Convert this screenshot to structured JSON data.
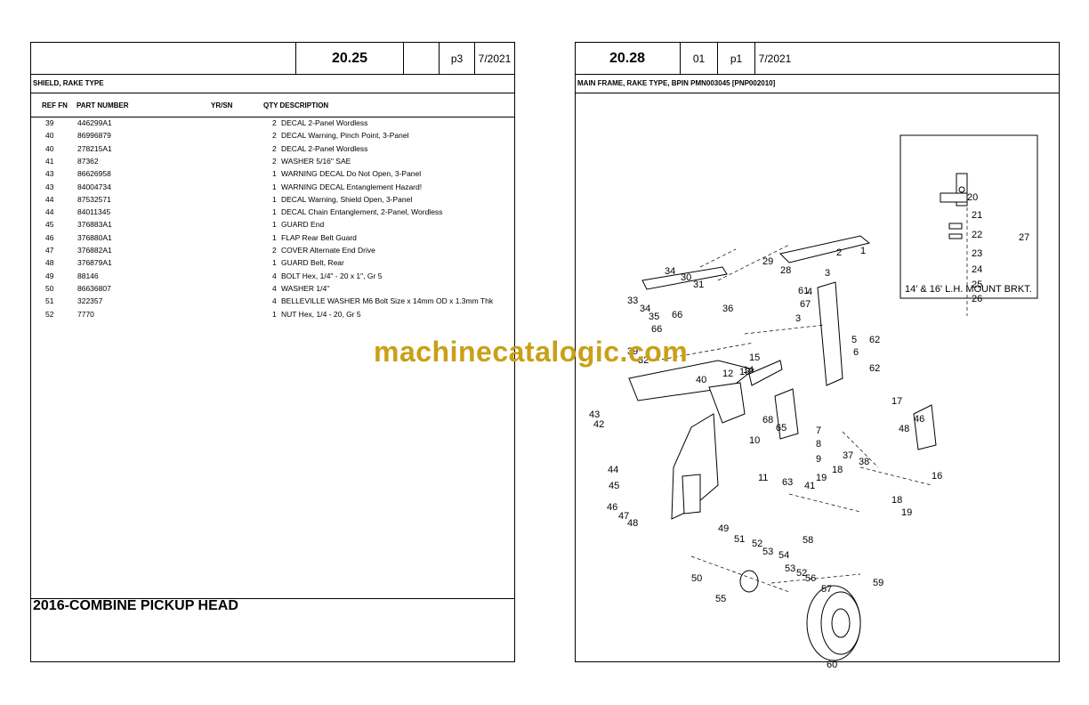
{
  "left_page": {
    "section": "20.25",
    "version": "",
    "page": "p3",
    "date": "7/2021",
    "title": "SHIELD, RAKE TYPE",
    "columns": {
      "ref_fn": "REF FN",
      "part_number": "PART NUMBER",
      "yr_sn": "YR/SN",
      "qty_desc": "QTY DESCRIPTION"
    },
    "rows": [
      {
        "ref": "39",
        "part": "446299A1",
        "qty": "2",
        "desc": "DECAL  2-Panel Wordless"
      },
      {
        "ref": "40",
        "part": "86996879",
        "qty": "2",
        "desc": "DECAL  Warning, Pinch Point, 3-Panel"
      },
      {
        "ref": "40",
        "part": "278215A1",
        "qty": "2",
        "desc": "DECAL  2-Panel Wordless"
      },
      {
        "ref": "41",
        "part": "87362",
        "qty": "2",
        "desc": "WASHER 5/16\" SAE"
      },
      {
        "ref": "43",
        "part": "86626958",
        "qty": "1",
        "desc": "WARNING DECAL  Do Not Open, 3-Panel"
      },
      {
        "ref": "43",
        "part": "84004734",
        "qty": "1",
        "desc": "WARNING DECAL  Entanglement Hazard!"
      },
      {
        "ref": "44",
        "part": "87532571",
        "qty": "1",
        "desc": "DECAL  Warning, Shield Open, 3-Panel"
      },
      {
        "ref": "44",
        "part": "84011345",
        "qty": "1",
        "desc": "DECAL  Chain Entanglement, 2-Panel, Wordless"
      },
      {
        "ref": "45",
        "part": "376883A1",
        "qty": "1",
        "desc": "GUARD  End"
      },
      {
        "ref": "46",
        "part": "376880A1",
        "qty": "1",
        "desc": "FLAP  Rear Belt Guard"
      },
      {
        "ref": "47",
        "part": "376882A1",
        "qty": "2",
        "desc": "COVER  Alternate End Drive"
      },
      {
        "ref": "48",
        "part": "376879A1",
        "qty": "1",
        "desc": "GUARD  Belt, Rear"
      },
      {
        "ref": "49",
        "part": "88146",
        "qty": "4",
        "desc": "BOLT Hex, 1/4\" - 20 x 1\", Gr 5"
      },
      {
        "ref": "50",
        "part": "86636807",
        "qty": "4",
        "desc": "WASHER  1/4\""
      },
      {
        "ref": "51",
        "part": "322357",
        "qty": "4",
        "desc": "BELLEVILLE WASHER M6 Bolt Size x 14mm OD x 1.3mm Thk"
      },
      {
        "ref": "52",
        "part": "7770",
        "qty": "1",
        "desc": "NUT Hex, 1/4 - 20, Gr 5"
      }
    ],
    "footer": "2016-COMBINE PICKUP HEAD"
  },
  "right_page": {
    "section": "20.28",
    "version": "01",
    "page": "p1",
    "date": "7/2021",
    "title": "MAIN FRAME, RAKE TYPE, BPIN PMN003045 [PNP002010]",
    "inset_caption": "14' & 16' L.H. MOUNT BRKT.",
    "callouts": [
      "20",
      "21",
      "22",
      "27",
      "23",
      "24",
      "25",
      "26",
      "1",
      "2",
      "3",
      "29",
      "28",
      "34",
      "30",
      "31",
      "4",
      "61",
      "67",
      "3",
      "33",
      "34",
      "35",
      "66",
      "36",
      "66",
      "5",
      "62",
      "6",
      "62",
      "39",
      "32",
      "15",
      "40",
      "12",
      "13",
      "14",
      "43",
      "42",
      "68",
      "65",
      "7",
      "8",
      "9",
      "10",
      "11",
      "63",
      "41",
      "17",
      "46",
      "48",
      "37",
      "38",
      "18",
      "19",
      "16",
      "18",
      "19",
      "44",
      "45",
      "46",
      "47",
      "48",
      "49",
      "58",
      "51",
      "52",
      "53",
      "54",
      "53",
      "52",
      "56",
      "57",
      "59",
      "50",
      "55",
      "60"
    ]
  },
  "watermark": "machinecatalogic.com"
}
